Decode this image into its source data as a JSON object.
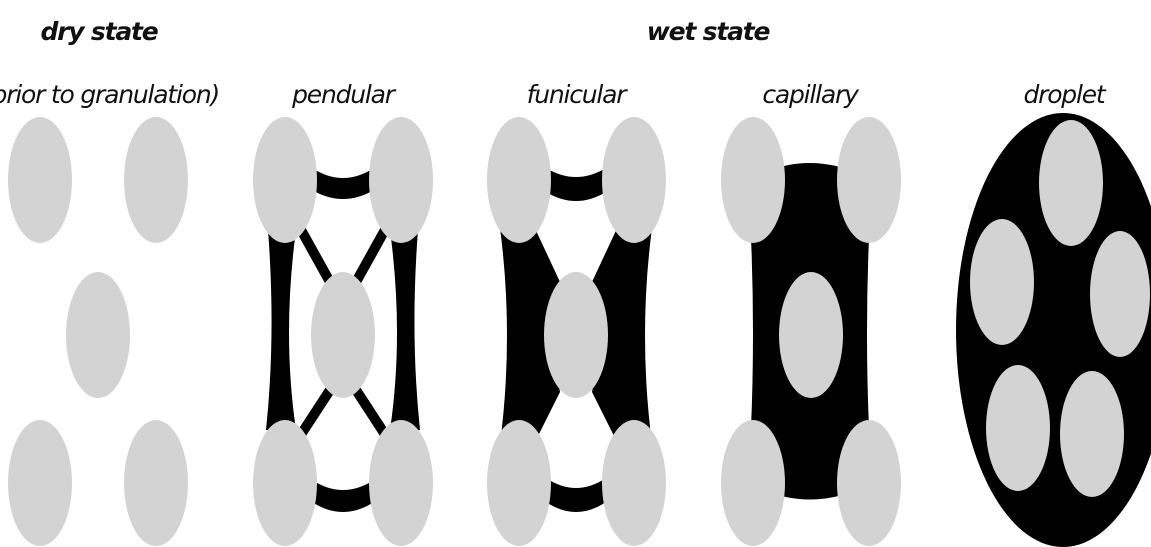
{
  "labels": {
    "dry_heading": "dry state",
    "dry_sub": "(prior to granulation)",
    "wet_heading": "wet state",
    "pendular": "pendular",
    "funicular": "funicular",
    "capillary": "capillary",
    "droplet": "droplet"
  },
  "colors": {
    "particle": "#d3d3d3",
    "liquid": "#000000",
    "background": "#ffffff"
  }
}
